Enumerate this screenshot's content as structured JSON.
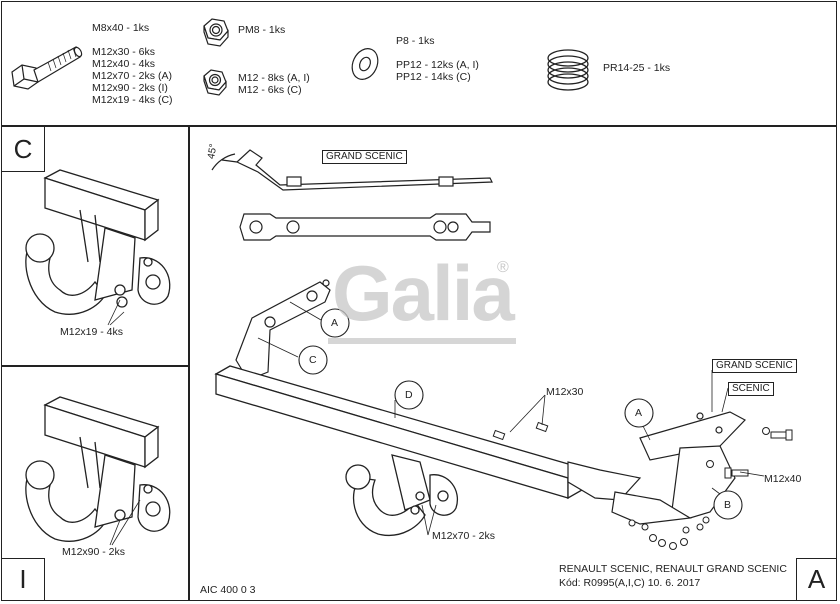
{
  "parts": {
    "bolt": [
      "M8x40 - 1ks",
      "M12x30 - 6ks",
      "M12x40 - 4ks",
      "M12x70 - 2ks (A)",
      "M12x90 - 2ks (I)",
      "M12x19 - 4ks (C)"
    ],
    "nut_pm": "PM8 - 1ks",
    "nut_m": [
      "M12 - 8ks (A, I)",
      "M12 - 6ks (C)"
    ],
    "washer": [
      "P8 - 1ks",
      "PP12 - 12ks (A, I)",
      "PP12 - 14ks (C)"
    ],
    "spring": "PR14-25 - 1ks"
  },
  "variants": {
    "c_letter": "C",
    "c_bolt": "M12x19 - 4ks",
    "i_letter": "I",
    "i_bolt": "M12x90 - 2ks",
    "a_letter": "A"
  },
  "main": {
    "grand_scenic_top": "GRAND SCENIC",
    "grand_scenic_right": "GRAND SCENIC",
    "scenic_right": "SCENIC",
    "callout_a1": "A",
    "callout_c": "C",
    "callout_d": "D",
    "callout_a2": "A",
    "callout_b": "B",
    "bolt_m12x30": "M12x30",
    "bolt_m12x40": "M12x40",
    "bolt_m12x70": "M12x70 - 2ks",
    "angle": "45°",
    "brand": "Galia",
    "registered": "®"
  },
  "footer": {
    "code": "AIC 400 0 3",
    "model": "RENAULT SCENIC, RENAULT GRAND SCENIC",
    "kod": "Kód: R0995(A,I,C)  10. 6. 2017"
  }
}
